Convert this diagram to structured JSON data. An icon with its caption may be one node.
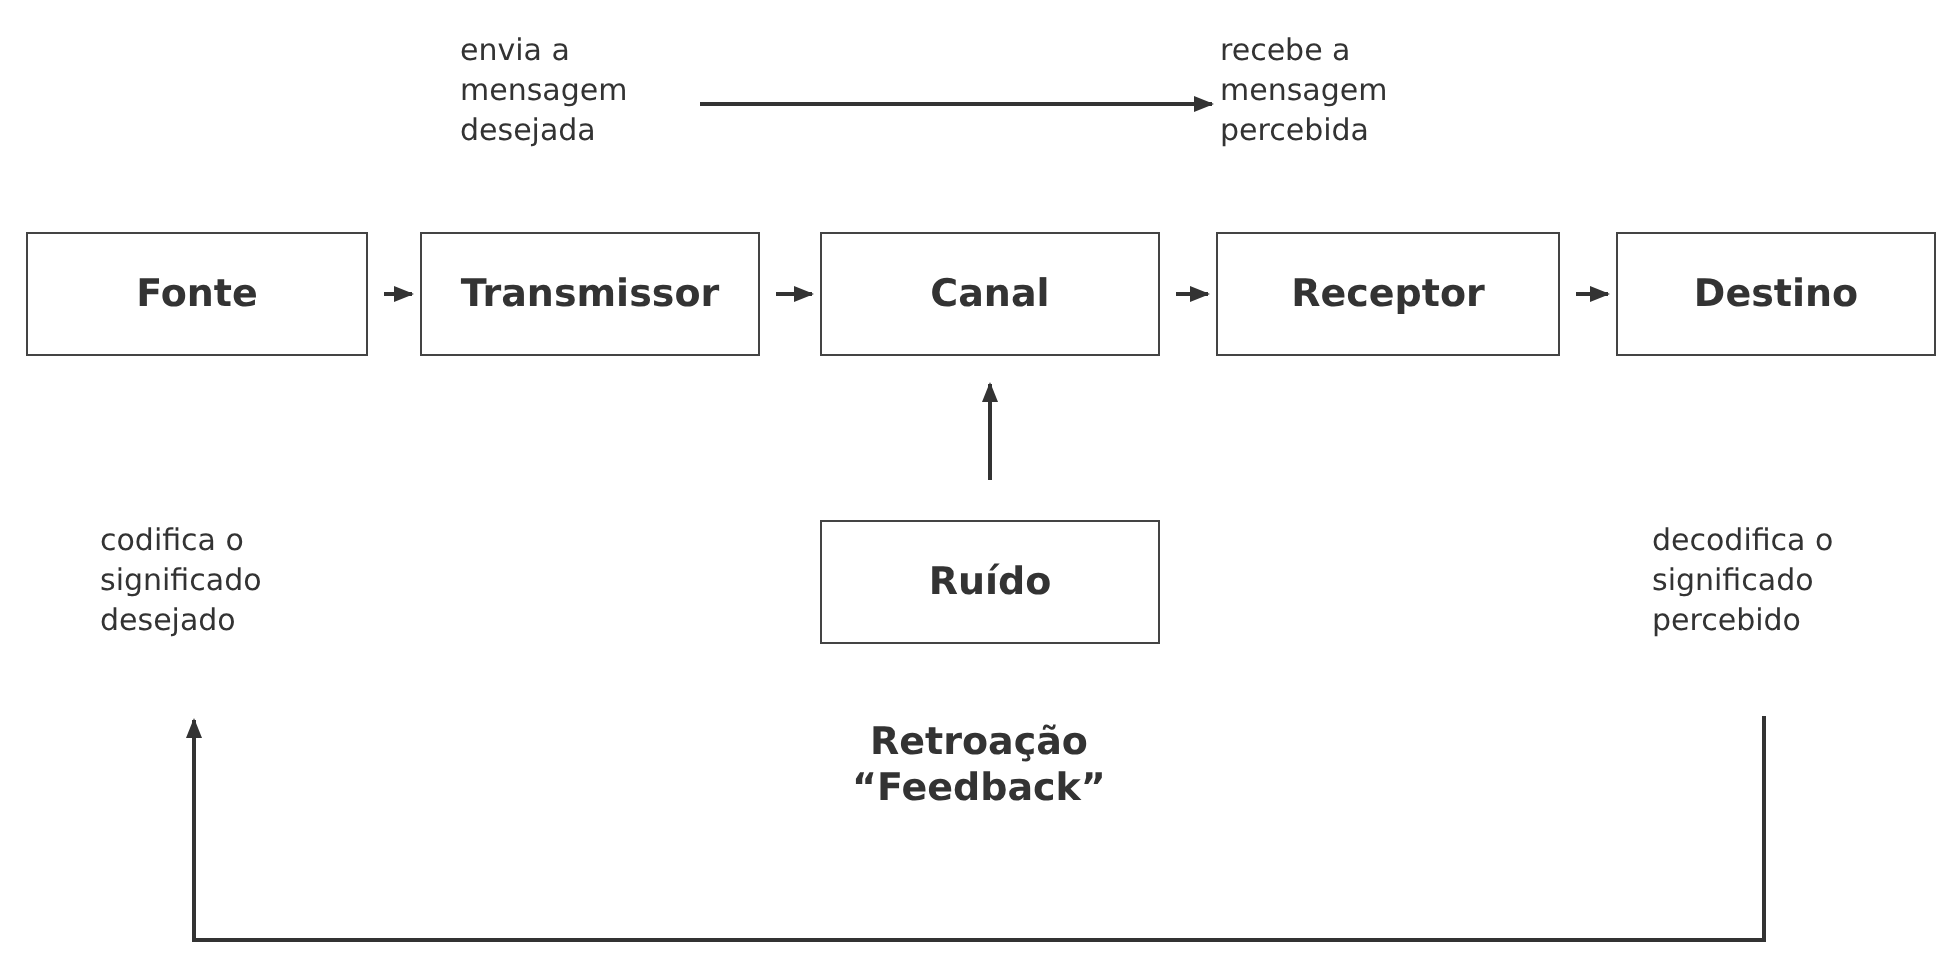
{
  "diagram": {
    "nodes": [
      {
        "text": [
          "envia a mensagem desejada"
        ]
      },
      {
        "text": [
          "recebe a mensagem percebida"
        ]
      },
      {
        "text": [
          "Fonte"
        ]
      },
      {
        "text": [
          "Transmissor"
        ]
      },
      {
        "text": [
          "Canal"
        ]
      },
      {
        "text": [
          "Receptor"
        ]
      },
      {
        "text": [
          "Destino"
        ]
      },
      {
        "text": [
          "codifica o significado desejado"
        ]
      },
      {
        "text": [
          "Ruído"
        ]
      },
      {
        "text": [
          "decodifica o significado percebido"
        ]
      }
    ],
    "edges": [
      {
        "from": 0,
        "to": 1,
        "arrow": "to"
      },
      {
        "from": 2,
        "to": 3,
        "arrow": "to"
      },
      {
        "from": 3,
        "to": 4,
        "arrow": "to"
      },
      {
        "from": 4,
        "to": 5,
        "arrow": "to"
      },
      {
        "from": 5,
        "to": 6,
        "arrow": "to"
      },
      {
        "from": 8,
        "to": 4,
        "arrow": "to"
      },
      {
        "from": 9,
        "to": 7,
        "arrow": "to",
        "label": "Retroação “Feedback”"
      }
    ]
  }
}
